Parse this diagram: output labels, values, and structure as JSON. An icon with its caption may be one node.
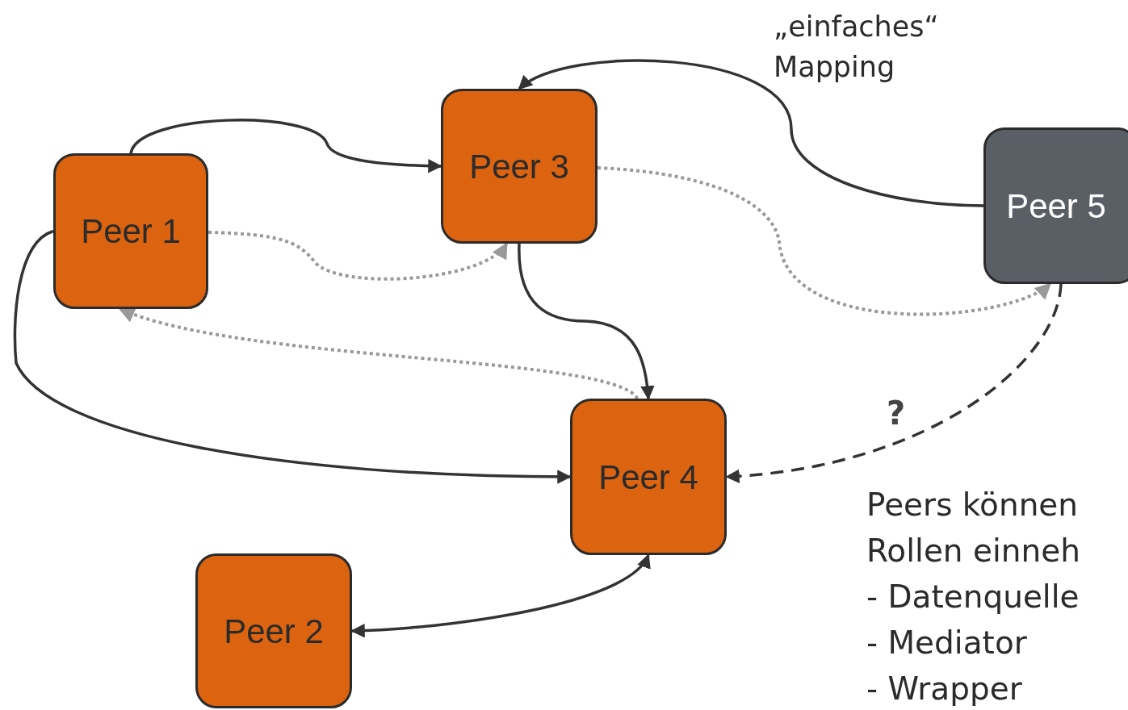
{
  "diagram": {
    "nodes": [
      {
        "text": [
          "Peer 1"
        ]
      },
      {
        "text": [
          "Peer 3"
        ]
      },
      {
        "text": [
          "Peer 5"
        ]
      },
      {
        "text": [
          "Peer 4"
        ]
      },
      {
        "text": [
          "Peer 2"
        ]
      }
    ],
    "edges": [
      {
        "from": 0,
        "to": 1,
        "arrow": "to"
      },
      {
        "from": 0,
        "to": 3,
        "arrow": "to"
      },
      {
        "from": 1,
        "to": 3,
        "arrow": "to"
      },
      {
        "from": 2,
        "to": 1,
        "arrow": "to",
        "label": "„einfaches“ Mapping"
      },
      {
        "from": 3,
        "to": 4,
        "arrow": "both"
      },
      {
        "from": 2,
        "to": 3,
        "arrow": "to",
        "style": "dashed",
        "label": "?"
      },
      {
        "from": 0,
        "to": 1,
        "arrow": "to",
        "style": "dashed",
        "color": "#999999"
      },
      {
        "from": 1,
        "to": 2,
        "arrow": "to",
        "style": "dashed",
        "color": "#999999"
      },
      {
        "from": 3,
        "to": 0,
        "arrow": "to",
        "style": "dashed",
        "color": "#999999"
      }
    ],
    "labels": [
      "Peers können",
      "Rollen einneh",
      "- Datenquelle",
      "- Mediator",
      "- Wrapper"
    ]
  }
}
